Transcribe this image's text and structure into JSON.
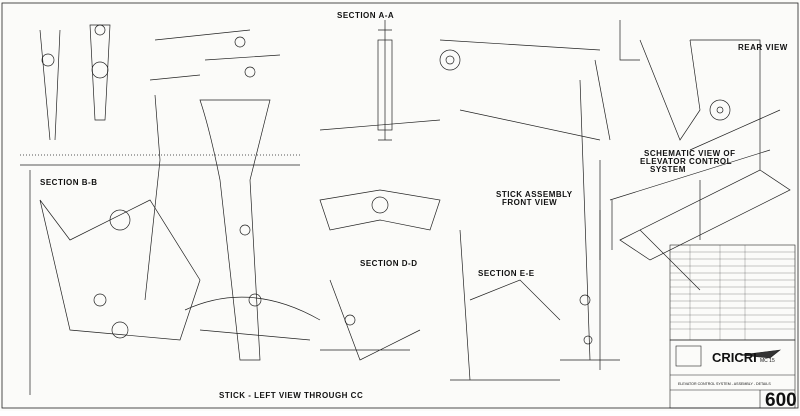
{
  "drawing": {
    "section_top": "SECTION A-A",
    "section_left": "SECTION B-B",
    "section_dd": "SECTION D-D",
    "section_ee": "SECTION E-E",
    "rear_view": "REAR VIEW",
    "schematic_title_1": "SCHEMATIC VIEW OF",
    "schematic_title_2": "ELEVATOR CONTROL",
    "schematic_title_3": "SYSTEM",
    "front_view_1": "STICK ASSEMBLY",
    "front_view_2": "FRONT VIEW",
    "left_view": "STICK - LEFT VIEW THROUGH CC"
  },
  "title_block": {
    "brand": "CRICRI",
    "model": "MC 15",
    "subtitle": "ELEVATOR CONTROL SYSTEM - ASSEMBLY - DETAILS",
    "sheet_number": "600"
  }
}
